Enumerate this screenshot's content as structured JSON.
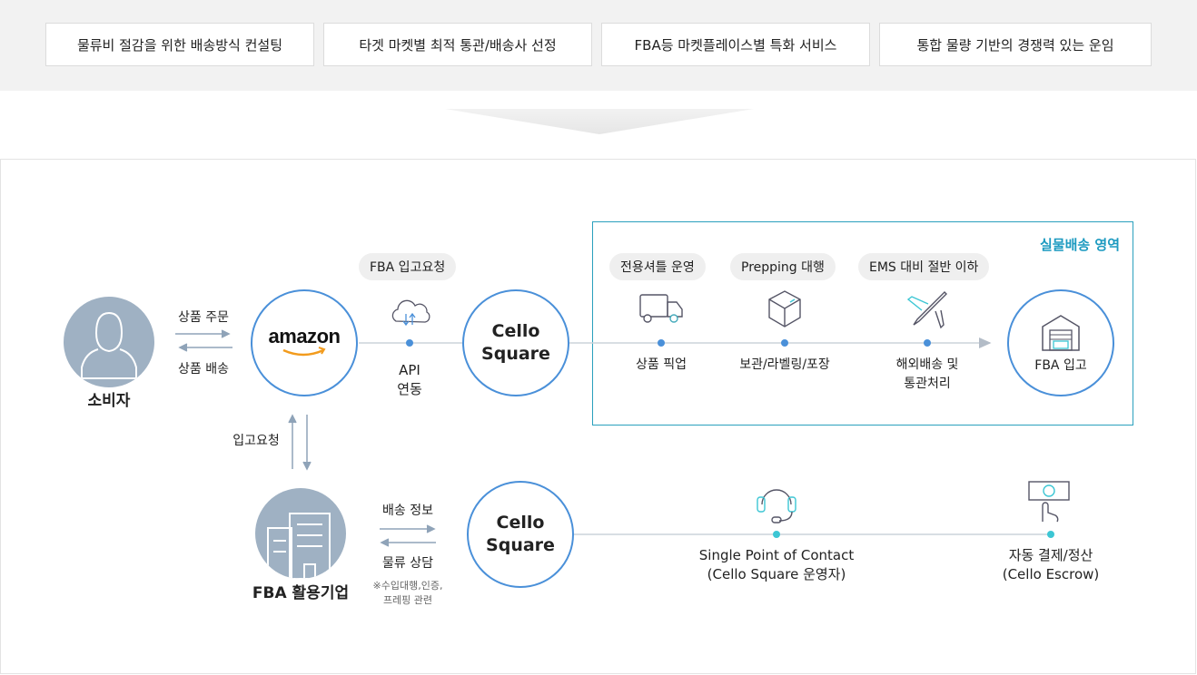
{
  "features": [
    "물류비 절감을 위한 배송방식 컨설팅",
    "타겟 마켓별 최적 통관/배송사 선정",
    "FBA등 마켓플레이스별 특화 서비스",
    "통합 물량 기반의 경쟁력 있는 운임"
  ],
  "region": {
    "title": "실물배송 영역"
  },
  "nodes": {
    "consumer": "소비자",
    "amazon": "amazon",
    "cello_top": "Cello\nSquare",
    "cello_bottom": "Cello\nSquare",
    "fba_company": "FBA 활용기업",
    "fba_inbound": "FBA 입고"
  },
  "edges": {
    "order": "상품 주문",
    "delivery": "상품 배송",
    "inbound_request": "입고요청",
    "shipping_info": "배송 정보",
    "logistics_consult": "물류 상담",
    "consult_note": "※수입대행,인증,\n프레핑 관련"
  },
  "pills": {
    "fba_request": "FBA 입고요청",
    "shuttle": "전용셔틀 운영",
    "prepping": "Prepping 대행",
    "ems": "EMS 대비 절반 이하"
  },
  "steps": {
    "api": "API\n연동",
    "pickup": "상품 픽업",
    "storage": "보관/라벨링/포장",
    "overseas": "해외배송 및\n통관처리",
    "spoc": "Single Point of Contact\n(Cello Square 운영자)",
    "payment": "자동 결제/정산\n(Cello Escrow)"
  },
  "colors": {
    "accent": "#4a90d9",
    "region": "#2aa0bd",
    "teal": "#3cc6d4",
    "gray_icon": "#9fb1c3"
  }
}
